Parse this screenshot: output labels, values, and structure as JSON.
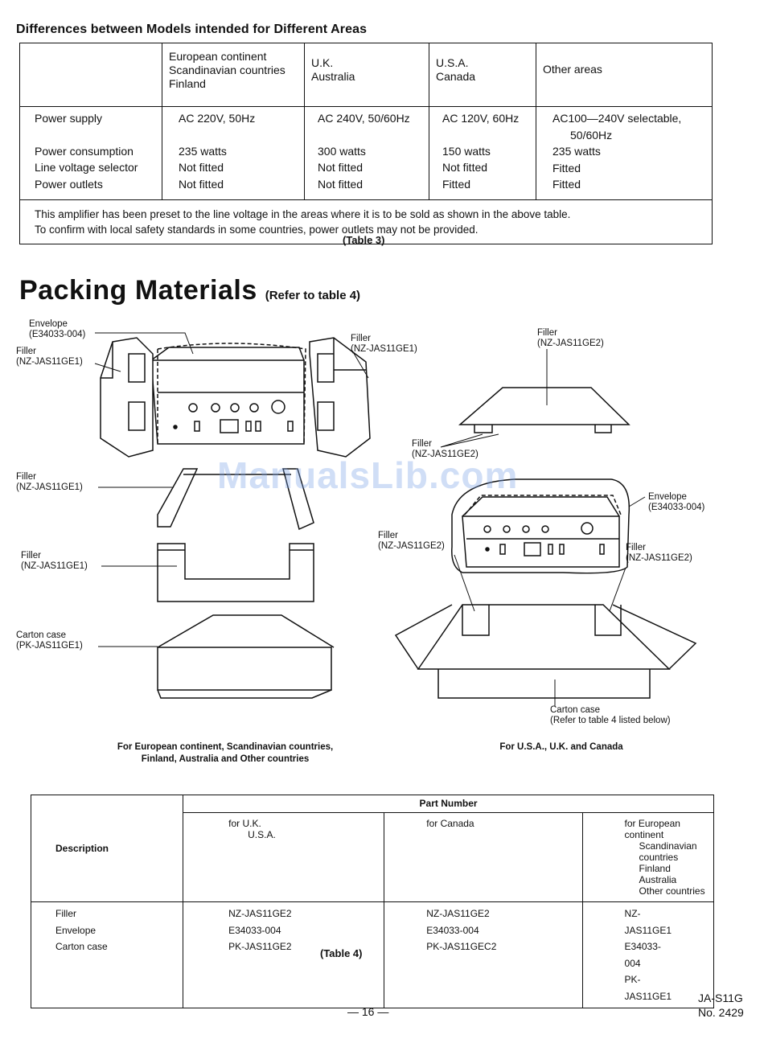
{
  "table3": {
    "heading": "Differences between Models intended for Different Areas",
    "columns": [
      {
        "lines": [
          "European continent",
          "Scandinavian countries",
          "Finland"
        ]
      },
      {
        "lines": [
          "U.K.",
          "Australia"
        ]
      },
      {
        "lines": [
          "U.S.A.",
          "Canada"
        ]
      },
      {
        "lines": [
          "Other areas"
        ]
      }
    ],
    "row_labels": [
      "Power supply",
      "Power consumption",
      "Line voltage selector",
      "Power outlets"
    ],
    "cells": [
      [
        "AC 220V, 50Hz",
        "235 watts",
        "Not fitted",
        "Not fitted"
      ],
      [
        "AC 240V, 50/60Hz",
        "300 watts",
        "Not fitted",
        "Not fitted"
      ],
      [
        "AC 120V, 60Hz",
        "150 watts",
        "Not fitted",
        "Fitted"
      ],
      [
        "AC100—240V selectable,",
        "50/60Hz",
        "235 watts",
        "Fitted",
        "Fitted"
      ]
    ],
    "note_line1": "This amplifier has been preset to the line voltage in the areas where it is to be sold as shown in the above table.",
    "note_line2": "To confirm with local safety standards in some countries, power outlets may not be provided.",
    "caption": "(Table  3)"
  },
  "packing": {
    "title": "Packing  Materials",
    "subtitle": "(Refer to table 4)",
    "left_labels": {
      "envelope": [
        "Envelope",
        "(E34033-004)"
      ],
      "filler_top_left": [
        "Filler",
        "(NZ-JAS11GE1)"
      ],
      "filler_top_right": [
        "Filler",
        "(NZ-JAS11GE1)"
      ],
      "filler_mid": [
        "Filler",
        "(NZ-JAS11GE1)"
      ],
      "filler_low": [
        "Filler",
        "(NZ-JAS11GE1)"
      ],
      "carton": [
        "Carton case",
        "(PK-JAS11GE1)"
      ]
    },
    "right_labels": {
      "filler_top": [
        "Filler",
        "(NZ-JAS11GE2)"
      ],
      "filler_under": [
        "Filler",
        "(NZ-JAS11GE2)"
      ],
      "envelope": [
        "Envelope",
        "(E34033-004)"
      ],
      "filler_left": [
        "Filler",
        "(NZ-JAS11GE2)"
      ],
      "filler_right": [
        "Filler",
        "(NZ-JAS11GE2)"
      ],
      "carton": [
        "Carton case",
        "(Refer to table 4 listed below)"
      ]
    },
    "left_caption": [
      "For European continent, Scandinavian countries,",
      "Finland, Australia and Other countries"
    ],
    "right_caption": "For U.S.A., U.K. and Canada"
  },
  "watermark": "ManualsLib.com",
  "table4": {
    "desc_header": "Description",
    "part_header": "Part Number",
    "col1": [
      "for U.K.",
      "U.S.A."
    ],
    "col2": [
      "for Canada"
    ],
    "col3": [
      "for European continent",
      "Scandinavian countries",
      "Finland",
      "Australia",
      "Other countries"
    ],
    "descriptions": [
      "Filler",
      "Envelope",
      "Carton case"
    ],
    "uk_usa": [
      "NZ-JAS11GE2",
      "E34033-004",
      "PK-JAS11GE2"
    ],
    "canada": [
      "NZ-JAS11GE2",
      "E34033-004",
      "PK-JAS11GEC2"
    ],
    "europe": [
      "NZ-JAS11GE1",
      "E34033-004",
      "PK-JAS11GE1"
    ],
    "caption": "(Table 4)"
  },
  "footer": {
    "page": "—  16  —",
    "model": "JA-S11G",
    "number": "No. 2429"
  }
}
